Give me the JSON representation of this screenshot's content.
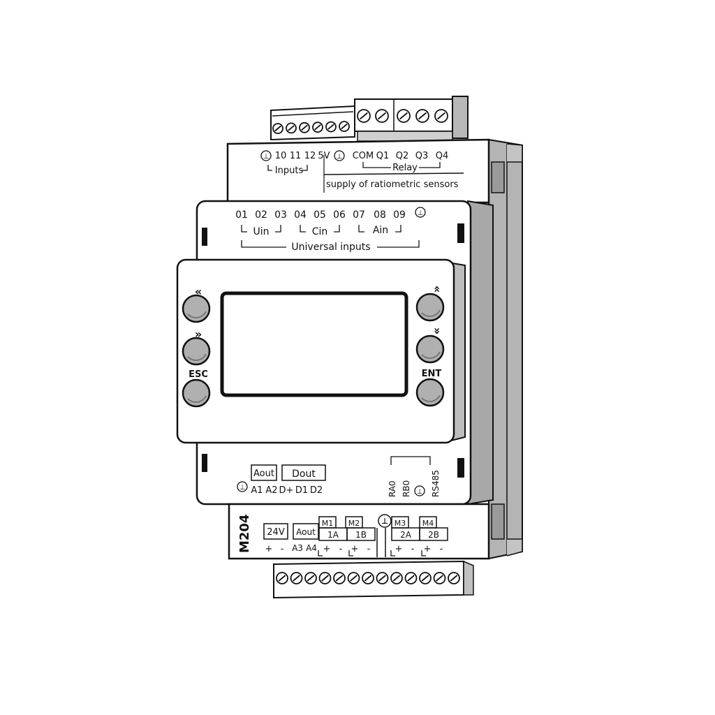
{
  "top_block": {
    "terminals": [
      "⊥",
      "10",
      "11",
      "12",
      "5V",
      "⊥",
      "COM",
      "Q1",
      "Q2",
      "Q3",
      "Q4"
    ],
    "inputs_label": "Inputs",
    "relay_label": "Relay",
    "supply_label": "supply of ratiometric sensors"
  },
  "upper_panel": {
    "channels": [
      "01",
      "02",
      "03",
      "04",
      "05",
      "06",
      "07",
      "08",
      "09",
      "⊥"
    ],
    "uin_label": "Uin",
    "cin_label": "Cin",
    "ain_label": "Ain",
    "universal_label": "Universal inputs"
  },
  "keypad": {
    "left_up": "«",
    "left_down": "»",
    "esc": "ESC",
    "right_up": "«",
    "right_down": "»",
    "ent": "ENT"
  },
  "lower_panel": {
    "aout_label": "Aout",
    "dout_label": "Dout",
    "terminals": [
      "⊥",
      "A1",
      "A2",
      "D+",
      "D1",
      "D2"
    ],
    "rs_terminals": [
      "RA0",
      "RB0",
      "⊥",
      "RS485"
    ]
  },
  "bottom_block": {
    "model": "M204",
    "v24_label": "24V",
    "aout_label": "Aout",
    "m1": "M1",
    "m2": "M2",
    "m3": "M3",
    "m4": "M4",
    "ch1a": "1A",
    "ch1b": "1B",
    "ch2a": "2A",
    "ch2b": "2B",
    "ground": "⊥",
    "plus": "+",
    "minus": "-",
    "a3": "A3",
    "a4": "A4"
  }
}
